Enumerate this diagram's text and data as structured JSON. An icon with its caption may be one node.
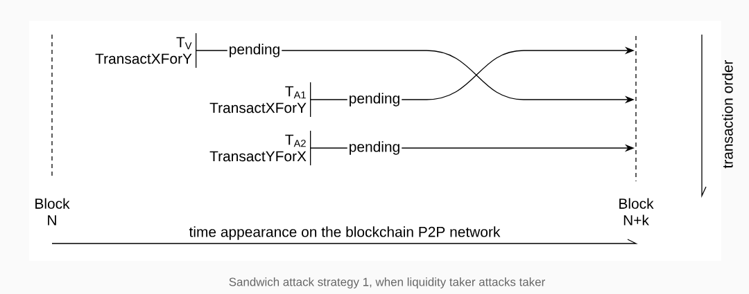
{
  "diagram": {
    "caption": "Sandwich attack strategy 1, when liquidity taker attacks taker",
    "nodes": [
      {
        "text": [
          "T$_{V}$",
          "TransactXForY"
        ]
      },
      {
        "text": [
          "T$_{A1}$",
          "TransactXForY"
        ]
      },
      {
        "text": [
          "T$_{A2}$",
          "TransactYForX"
        ]
      }
    ],
    "edges": [
      {
        "from": 0,
        "to": null,
        "arrow": "to",
        "label": "pending"
      },
      {
        "from": 1,
        "to": null,
        "arrow": "to",
        "label": "pending"
      },
      {
        "from": 2,
        "to": null,
        "arrow": "to",
        "label": "pending"
      }
    ],
    "labels": [
      "Block N",
      "Block N+k",
      "time appearance on the blockchain P2P network",
      "transaction order"
    ]
  }
}
